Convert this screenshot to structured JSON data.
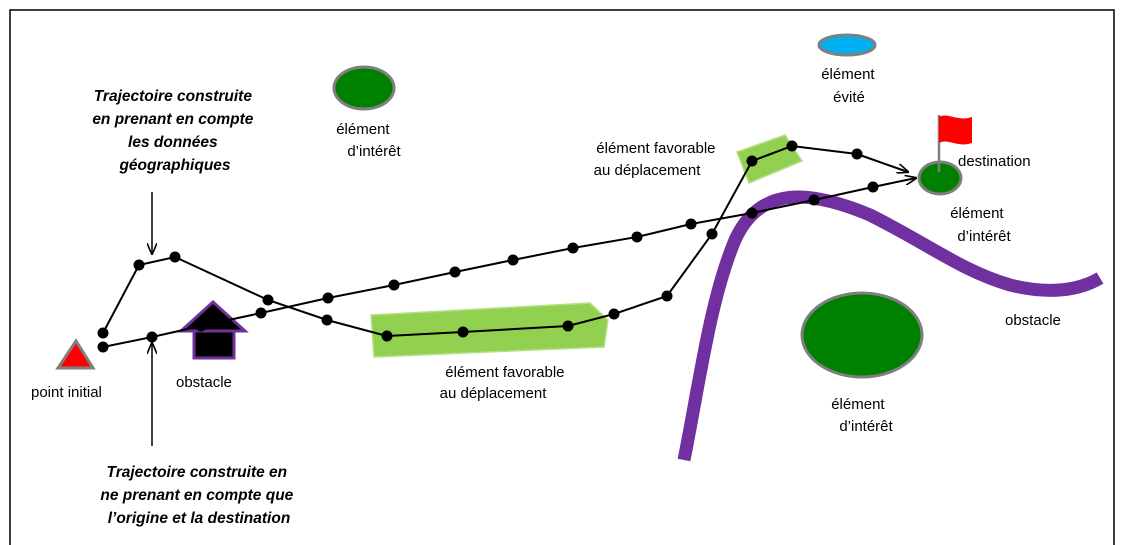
{
  "labels": {
    "start": "point initial",
    "obstacle_house": "obstacle",
    "obstacle_river": "obstacle",
    "favorable_low": [
      "élément favorable",
      "au déplacement"
    ],
    "favorable_high": [
      "élément favorable",
      "au déplacement"
    ],
    "interest_top": [
      "élément",
      "d’intérêt"
    ],
    "interest_right": [
      "élément",
      "d’intérêt"
    ],
    "interest_bottom": [
      "élément",
      "d’intérêt"
    ],
    "avoided": [
      "élément",
      "évité"
    ],
    "destination": "destination"
  },
  "annotations": {
    "geo_path": [
      "Trajectoire construite",
      "en prenant en compte",
      "les données",
      "géographiques"
    ],
    "direct_path": [
      "Trajectoire construite en",
      "ne prenant en compte que",
      "l’origine et la destination"
    ]
  },
  "colors": {
    "interest": "#008000",
    "favorable": "#92d050",
    "river": "#7030a0",
    "avoided": "#00b0f0",
    "flag": "#ff0000",
    "start": "#ff0000",
    "house": "#000000"
  }
}
